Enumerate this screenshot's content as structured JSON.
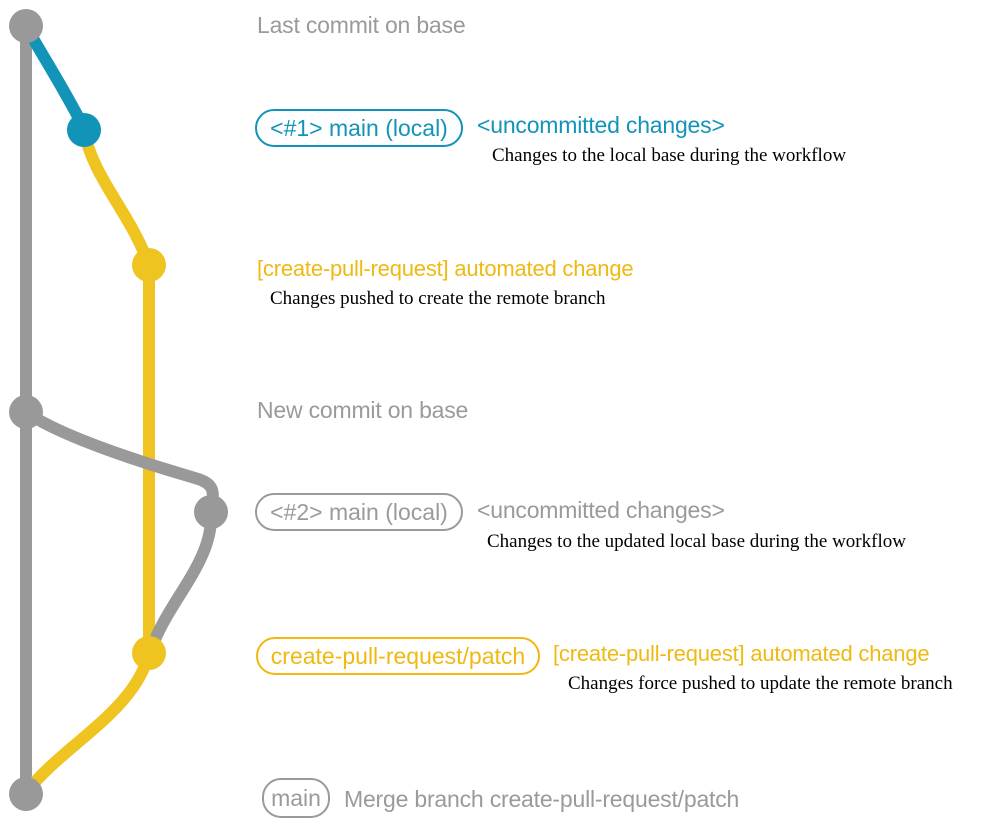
{
  "colors": {
    "base_gray": "#999999",
    "teal": "#1294b8",
    "gold_line": "#f0c420",
    "gold_text": "#efb912",
    "gray_text": "#9a9a9a",
    "note_ink": "#000000",
    "background": "#ffffff"
  },
  "graph": {
    "branches": [
      {
        "name": "base",
        "color": "#999999"
      },
      {
        "name": "local-main-uncommitted",
        "color": "#1294b8"
      },
      {
        "name": "create-pull-request-patch",
        "color": "#f0c420"
      }
    ],
    "commits": [
      {
        "name": "last-commit-on-base",
        "color": "#999999"
      },
      {
        "name": "uncommitted-changes-1",
        "color": "#1294b8"
      },
      {
        "name": "automated-change-1",
        "color": "#f0c420"
      },
      {
        "name": "new-commit-on-base",
        "color": "#999999"
      },
      {
        "name": "uncommitted-changes-2",
        "color": "#999999"
      },
      {
        "name": "automated-change-2",
        "color": "#f0c420"
      },
      {
        "name": "merge-commit",
        "color": "#999999"
      }
    ]
  },
  "annotations": {
    "last_commit": {
      "label": "Last commit on base"
    },
    "row1": {
      "badge": "<#1> main (local)",
      "title": "<uncommitted changes>",
      "note": "Changes to the local base during the workflow"
    },
    "row2": {
      "title": "[create-pull-request] automated change",
      "note": "Changes pushed to create the remote branch"
    },
    "new_commit": {
      "label": "New commit on base"
    },
    "row3": {
      "badge": "<#2> main (local)",
      "title": "<uncommitted changes>",
      "note": "Changes to the updated local base during the workflow"
    },
    "row4": {
      "badge": "create-pull-request/patch",
      "title": "[create-pull-request] automated change",
      "note": "Changes force pushed to update the remote branch"
    },
    "row5": {
      "badge": "main",
      "title": "Merge branch create-pull-request/patch"
    }
  }
}
